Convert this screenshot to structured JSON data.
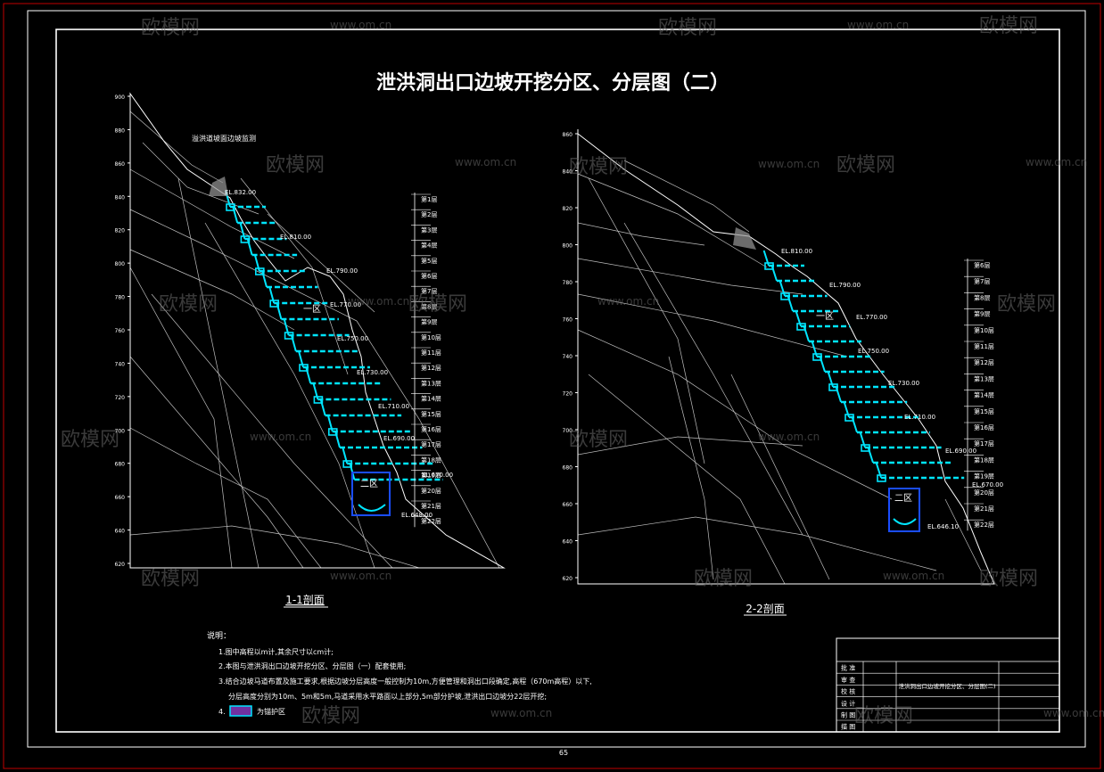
{
  "title": "泄洪洞出口边坡开挖分区、分层图（二）",
  "page_number": "65",
  "watermark": {
    "brand": "欧模网",
    "url": "www.om.cn"
  },
  "colors": {
    "background": "#000000",
    "line": "#ffffff",
    "cyan": "#00e5ff",
    "blue": "#1a4dff",
    "red": "#c00000",
    "watermark": "#6a6a6a"
  },
  "section1": {
    "label": "1-1剖面",
    "top_callout": "溢洪道坡面边坡监测",
    "zone1": "一区",
    "zone2": "二区",
    "elevations": [
      "EL.832.00",
      "EL.810.00",
      "EL.790.00",
      "EL.770.00",
      "EL.750.00",
      "EL.730.00",
      "EL.710.00",
      "EL.690.00",
      "EL.670.00",
      "EL.648.00"
    ],
    "layers": [
      "第1层",
      "第2层",
      "第3层",
      "第4层",
      "第5层",
      "第6层",
      "第7层",
      "第8层",
      "第9层",
      "第10层",
      "第11层",
      "第12层",
      "第13层",
      "第14层",
      "第15层",
      "第16层",
      "第17层",
      "第18层",
      "第19层",
      "第20层",
      "第21层",
      "第22层"
    ],
    "axis_ticks": [
      "900",
      "880",
      "860",
      "840",
      "820",
      "800",
      "780",
      "760",
      "740",
      "720",
      "700",
      "680",
      "660",
      "640",
      "620"
    ]
  },
  "section2": {
    "label": "2-2剖面",
    "zone1": "一区",
    "zone2": "二区",
    "elevations": [
      "EL.810.00",
      "EL.790.00",
      "EL.770.00",
      "EL.750.00",
      "EL.730.00",
      "EL.710.00",
      "EL.690.00",
      "EL.670.00",
      "EL.646.10"
    ],
    "layers": [
      "第6层",
      "第7层",
      "第8层",
      "第9层",
      "第10层",
      "第11层",
      "第12层",
      "第13层",
      "第14层",
      "第15层",
      "第16层",
      "第17层",
      "第18层",
      "第19层",
      "第20层",
      "第21层",
      "第22层"
    ],
    "axis_ticks": [
      "860",
      "840",
      "820",
      "800",
      "780",
      "760",
      "740",
      "720",
      "700",
      "680",
      "660",
      "640",
      "620"
    ]
  },
  "notes": {
    "heading": "说明：",
    "items": [
      "1.图中高程以m计,其余尺寸以cm计;",
      "2.本图与泄洪洞出口边坡开挖分区、分层图（一）配套使用;",
      "3.结合边坡马道布置及施工要求,根据边坡分层高度一般控制为10m,方便管理和洞出口段确定,高程（670m高程）以下,",
      "分层高度分别为10m、5m和5m,马道采用水平路面以上部分,5m部分护坡,泄洪出口边坡分22层开挖;",
      "4."
    ],
    "legend_text": "为锚护区"
  },
  "title_block": {
    "rows": [
      "批 准",
      "审 查",
      "校 核",
      "设 计",
      "制 图",
      "描 图"
    ],
    "project": "泄洪洞出口边坡开挖分区、分层图(二)"
  }
}
